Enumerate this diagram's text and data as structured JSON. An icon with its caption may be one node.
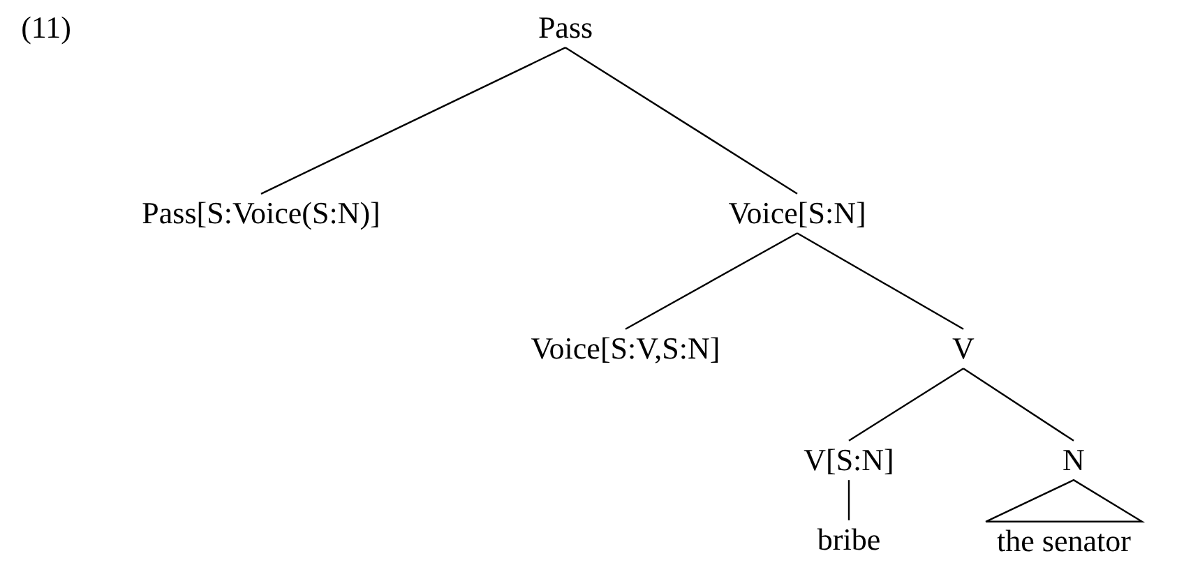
{
  "diagram": {
    "nodes": [
      {
        "text": [
          "Pass"
        ]
      },
      {
        "text": [
          "Pass[S:Voice(S:N)]"
        ]
      },
      {
        "text": [
          "Voice[S:N]"
        ]
      },
      {
        "text": [
          "Voice[S:V,S:N]"
        ]
      },
      {
        "text": [
          "V"
        ]
      },
      {
        "text": [
          "V[S:N]"
        ]
      },
      {
        "text": [
          "N"
        ]
      },
      {
        "text": [
          "bribe"
        ]
      },
      {
        "text": [
          "the senator"
        ]
      }
    ],
    "edges": [
      {
        "from": 0,
        "to": 1,
        "arrow": "none"
      },
      {
        "from": 0,
        "to": 2,
        "arrow": "none"
      },
      {
        "from": 2,
        "to": 3,
        "arrow": "none"
      },
      {
        "from": 2,
        "to": 4,
        "arrow": "none"
      },
      {
        "from": 4,
        "to": 5,
        "arrow": "none"
      },
      {
        "from": 4,
        "to": 6,
        "arrow": "none"
      },
      {
        "from": 5,
        "to": 7,
        "arrow": "none"
      },
      {
        "from": 6,
        "to": 8,
        "arrow": "none"
      }
    ],
    "labels": [
      "(11)"
    ]
  }
}
